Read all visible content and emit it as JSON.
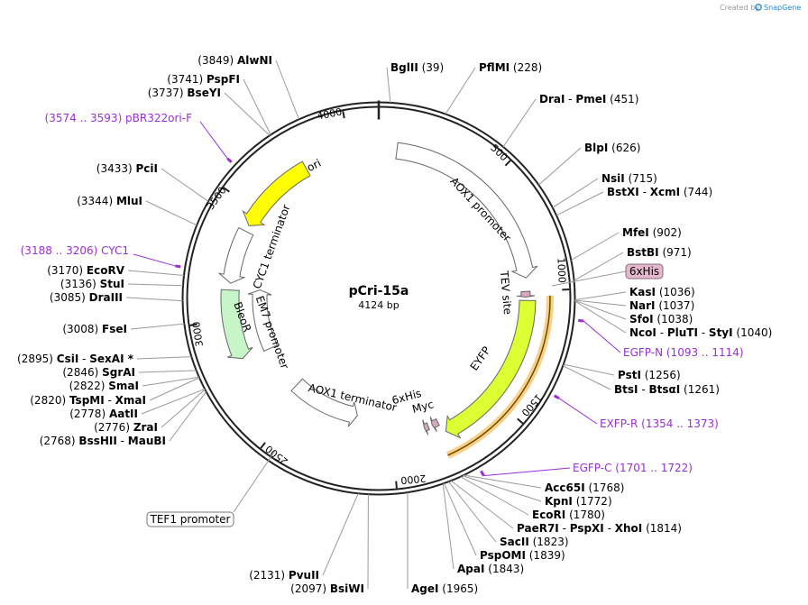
{
  "credit": {
    "created_by": "Created by",
    "app": "SnapGene"
  },
  "plasmid": {
    "name": "pCri-15a",
    "length_label": "4124 bp",
    "length": 4124
  },
  "ticks": [
    "500",
    "1000",
    "1500",
    "2000",
    "2500",
    "3000",
    "3500",
    "4000"
  ],
  "sites": [
    {
      "id": "bglii",
      "bp": 39,
      "parts": [
        {
          "t": "BglII",
          "b": true
        },
        {
          "t": "  (39)"
        }
      ]
    },
    {
      "id": "pflmi",
      "bp": 228,
      "parts": [
        {
          "t": "PflMI",
          "b": true
        },
        {
          "t": "  (228)"
        }
      ]
    },
    {
      "id": "drai-pmei",
      "bp": 451,
      "parts": [
        {
          "t": "DraI",
          "b": true
        },
        {
          "t": "  - "
        },
        {
          "t": "PmeI",
          "b": true
        },
        {
          "t": "  (451)"
        }
      ]
    },
    {
      "id": "blpi",
      "bp": 626,
      "parts": [
        {
          "t": "BlpI",
          "b": true
        },
        {
          "t": "  (626)"
        }
      ]
    },
    {
      "id": "nsii",
      "bp": 715,
      "parts": [
        {
          "t": "NsiI",
          "b": true
        },
        {
          "t": "  (715)"
        }
      ]
    },
    {
      "id": "bstxi-xcmi",
      "bp": 744,
      "parts": [
        {
          "t": "BstXI",
          "b": true
        },
        {
          "t": "  - "
        },
        {
          "t": "XcmI",
          "b": true
        },
        {
          "t": "  (744)"
        }
      ]
    },
    {
      "id": "mfei",
      "bp": 902,
      "parts": [
        {
          "t": "MfeI",
          "b": true
        },
        {
          "t": "  (902)"
        }
      ]
    },
    {
      "id": "bstbi",
      "bp": 971,
      "parts": [
        {
          "t": "BstBI",
          "b": true
        },
        {
          "t": "  (971)"
        }
      ]
    },
    {
      "id": "kasi",
      "bp": 1036,
      "parts": [
        {
          "t": "KasI",
          "b": true
        },
        {
          "t": "  (1036)"
        }
      ]
    },
    {
      "id": "nari",
      "bp": 1037,
      "parts": [
        {
          "t": "NarI",
          "b": true
        },
        {
          "t": "  (1037)"
        }
      ]
    },
    {
      "id": "sfoi",
      "bp": 1038,
      "parts": [
        {
          "t": "SfoI",
          "b": true
        },
        {
          "t": "  (1038)"
        }
      ]
    },
    {
      "id": "ncoi-pluti-styi",
      "bp": 1040,
      "parts": [
        {
          "t": "NcoI",
          "b": true
        },
        {
          "t": "  - "
        },
        {
          "t": "PluTI",
          "b": true
        },
        {
          "t": "  - "
        },
        {
          "t": "StyI",
          "b": true
        },
        {
          "t": "  (1040)"
        }
      ]
    },
    {
      "id": "psti",
      "bp": 1256,
      "parts": [
        {
          "t": "PstI",
          "b": true
        },
        {
          "t": "  (1256)"
        }
      ]
    },
    {
      "id": "btsi-btsgi",
      "bp": 1261,
      "parts": [
        {
          "t": "BtsI",
          "b": true
        },
        {
          "t": "  - "
        },
        {
          "t": "BtsαI",
          "b": true
        },
        {
          "t": "  (1261)"
        }
      ]
    },
    {
      "id": "acc65i",
      "bp": 1768,
      "parts": [
        {
          "t": "Acc65I",
          "b": true
        },
        {
          "t": "  (1768)"
        }
      ]
    },
    {
      "id": "kpni",
      "bp": 1772,
      "parts": [
        {
          "t": "KpnI",
          "b": true
        },
        {
          "t": "  (1772)"
        }
      ]
    },
    {
      "id": "ecori",
      "bp": 1780,
      "parts": [
        {
          "t": "EcoRI",
          "b": true
        },
        {
          "t": "  (1780)"
        }
      ]
    },
    {
      "id": "paer7i-pspxi-xhoi",
      "bp": 1814,
      "parts": [
        {
          "t": "PaeR7I",
          "b": true
        },
        {
          "t": "  - "
        },
        {
          "t": "PspXI",
          "b": true
        },
        {
          "t": "  - "
        },
        {
          "t": "XhoI",
          "b": true
        },
        {
          "t": "  (1814)"
        }
      ]
    },
    {
      "id": "sacii",
      "bp": 1823,
      "parts": [
        {
          "t": "SacII",
          "b": true
        },
        {
          "t": "  (1823)"
        }
      ]
    },
    {
      "id": "pspomi",
      "bp": 1839,
      "parts": [
        {
          "t": "PspOMI",
          "b": true
        },
        {
          "t": "  (1839)"
        }
      ]
    },
    {
      "id": "apai",
      "bp": 1843,
      "parts": [
        {
          "t": "ApaI",
          "b": true
        },
        {
          "t": "  (1843)"
        }
      ]
    },
    {
      "id": "agei",
      "bp": 1965,
      "parts": [
        {
          "t": "AgeI",
          "b": true
        },
        {
          "t": "  (1965)"
        }
      ]
    },
    {
      "id": "bsiwi",
      "bp": 2097,
      "parts": [
        {
          "t": "(2097)  "
        },
        {
          "t": "BsiWI",
          "b": true
        }
      ]
    },
    {
      "id": "pvuii",
      "bp": 2131,
      "parts": [
        {
          "t": "(2131)  "
        },
        {
          "t": "PvuII",
          "b": true
        }
      ]
    },
    {
      "id": "bsshii-maubi",
      "bp": 2768,
      "parts": [
        {
          "t": "(2768)  "
        },
        {
          "t": "BssHII",
          "b": true
        },
        {
          "t": "  - "
        },
        {
          "t": "MauBI",
          "b": true
        }
      ]
    },
    {
      "id": "zrai",
      "bp": 2776,
      "parts": [
        {
          "t": "(2776)  "
        },
        {
          "t": "ZraI",
          "b": true
        }
      ]
    },
    {
      "id": "aatii",
      "bp": 2778,
      "parts": [
        {
          "t": "(2778)  "
        },
        {
          "t": "AatII",
          "b": true
        }
      ]
    },
    {
      "id": "tspmi-xmai",
      "bp": 2820,
      "parts": [
        {
          "t": "(2820)  "
        },
        {
          "t": "TspMI",
          "b": true
        },
        {
          "t": "  - "
        },
        {
          "t": "XmaI",
          "b": true
        }
      ]
    },
    {
      "id": "smai",
      "bp": 2822,
      "parts": [
        {
          "t": "(2822)  "
        },
        {
          "t": "SmaI",
          "b": true
        }
      ]
    },
    {
      "id": "sgrai",
      "bp": 2846,
      "parts": [
        {
          "t": "(2846)  "
        },
        {
          "t": "SgrAI",
          "b": true
        }
      ]
    },
    {
      "id": "csii-sexai",
      "bp": 2895,
      "parts": [
        {
          "t": "(2895)  "
        },
        {
          "t": "CsiI",
          "b": true
        },
        {
          "t": "  - "
        },
        {
          "t": "SexAI *",
          "b": true
        }
      ]
    },
    {
      "id": "fsei",
      "bp": 3008,
      "parts": [
        {
          "t": "(3008)  "
        },
        {
          "t": "FseI",
          "b": true
        }
      ]
    },
    {
      "id": "draiii",
      "bp": 3085,
      "parts": [
        {
          "t": "(3085)  "
        },
        {
          "t": "DraIII",
          "b": true
        }
      ]
    },
    {
      "id": "stui",
      "bp": 3136,
      "parts": [
        {
          "t": "(3136)  "
        },
        {
          "t": "StuI",
          "b": true
        }
      ]
    },
    {
      "id": "ecorv",
      "bp": 3170,
      "parts": [
        {
          "t": "(3170)  "
        },
        {
          "t": "EcoRV",
          "b": true
        }
      ]
    },
    {
      "id": "mlui",
      "bp": 3344,
      "parts": [
        {
          "t": "(3344)  "
        },
        {
          "t": "MluI",
          "b": true
        }
      ]
    },
    {
      "id": "pcii",
      "bp": 3433,
      "parts": [
        {
          "t": "(3433)  "
        },
        {
          "t": "PciI",
          "b": true
        }
      ]
    },
    {
      "id": "bseyi",
      "bp": 3737,
      "parts": [
        {
          "t": "(3737)  "
        },
        {
          "t": "BseYI",
          "b": true
        }
      ]
    },
    {
      "id": "pspfi",
      "bp": 3741,
      "parts": [
        {
          "t": "(3741)  "
        },
        {
          "t": "PspFI",
          "b": true
        }
      ]
    },
    {
      "id": "alwni",
      "bp": 3849,
      "parts": [
        {
          "t": "(3849)  "
        },
        {
          "t": "AlwNI",
          "b": true
        }
      ]
    }
  ],
  "primers": [
    {
      "id": "pbr322ori-f",
      "text": "(3574 .. 3593)  pBR322ori-F"
    },
    {
      "id": "cyc1",
      "text": "(3188 .. 3206)  CYC1"
    },
    {
      "id": "egfp-n",
      "text": "EGFP-N   (1093 .. 1114)"
    },
    {
      "id": "exfp-r",
      "text": "EXFP-R    (1354 .. 1373)"
    },
    {
      "id": "egfp-c",
      "text": "EGFP-C   (1701 .. 1722)"
    }
  ],
  "features": [
    {
      "id": "ori",
      "label": "ori",
      "color": "#ffff00",
      "start": 3428,
      "end": 3790,
      "dir": "ccw"
    },
    {
      "id": "aox1-promoter",
      "label": "AOX1 promoter",
      "color": "#ffffff",
      "start": 80,
      "end": 940,
      "dir": "cw"
    },
    {
      "id": "cyc1-terminator",
      "label": "CYC1 terminator",
      "color": "#ffffff",
      "start": 3160,
      "end": 3400,
      "dir": "ccw"
    },
    {
      "id": "em7-promoter",
      "label": "EM7 promoter",
      "color": "#ffffff",
      "start": 2810,
      "end": 3140,
      "dir": "cw"
    },
    {
      "id": "bleor",
      "label": "BleoR",
      "color": "#c8f5c8",
      "start": 2820,
      "end": 3130,
      "dir": "ccw"
    },
    {
      "id": "tev-site",
      "label": "TEV site",
      "color": "#d9a6bf",
      "start": 1000,
      "end": 1025,
      "dir": "cw"
    },
    {
      "id": "eyfp",
      "label": "EYFP",
      "color": "#dcff33",
      "start": 1040,
      "end": 1755,
      "dir": "cw"
    },
    {
      "id": "aox1-terminator",
      "label": "AOX1 terminator",
      "color": "#ffffff",
      "start": 2180,
      "end": 2560,
      "dir": "ccw"
    },
    {
      "id": "6xhis",
      "label": "6xHis",
      "color": "#d9a6bf",
      "start": 1820,
      "end": 1840,
      "dir": "cw"
    },
    {
      "id": "myc",
      "label": "Myc",
      "color": "#d9a6bf",
      "start": 1770,
      "end": 1800,
      "dir": "cw"
    }
  ],
  "boxed_labels": {
    "six_his": "6xHis",
    "tef1": "TEF1 promoter"
  }
}
